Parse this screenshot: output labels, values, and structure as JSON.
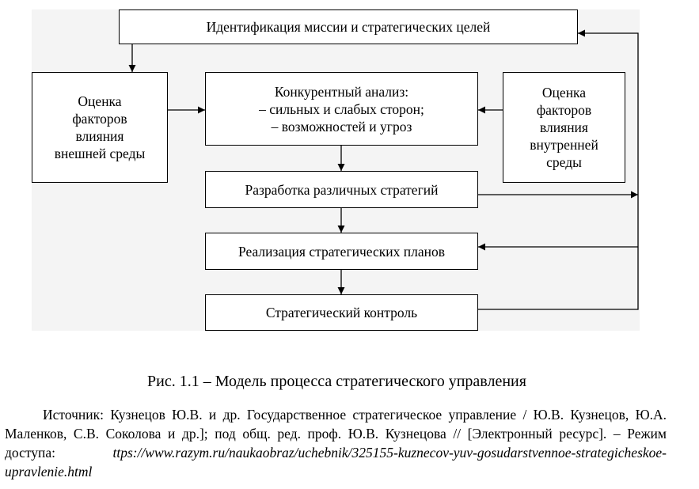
{
  "diagram": {
    "boxes": {
      "mission": {
        "lines": [
          "Идентификация миссии и стратегических целей"
        ]
      },
      "external": {
        "lines": [
          "Оценка",
          "факторов",
          "влияния",
          "внешней среды"
        ]
      },
      "competitive": {
        "lines": [
          "Конкурентный анализ:",
          "– сильных и слабых сторон;",
          "– возможностей и угроз"
        ]
      },
      "internal": {
        "lines": [
          "Оценка",
          "факторов",
          "влияния",
          "внутренней",
          "среды"
        ]
      },
      "strategies": {
        "lines": [
          "Разработка различных стратегий"
        ]
      },
      "implementation": {
        "lines": [
          "Реализация стратегических планов"
        ]
      },
      "control": {
        "lines": [
          "Стратегический контроль"
        ]
      }
    }
  },
  "caption": "Рис. 1.1 – Модель процесса стратегического управления",
  "source": {
    "text": "Источник: Кузнецов Ю.В. и др. Государственное стратегическое управление / Ю.В. Кузнецов, Ю.А. Маленков, С.В. Соколова и др.]; под общ. ред. проф. Ю.В. Кузнецова // [Электронный ресурс]. – Режим доступа: ",
    "url": "ttps://www.razym.ru/naukaobraz/uchebnik/325155-kuznecov-yuv-gosudarstvennoe-strategicheskoe-upravlenie.html"
  }
}
